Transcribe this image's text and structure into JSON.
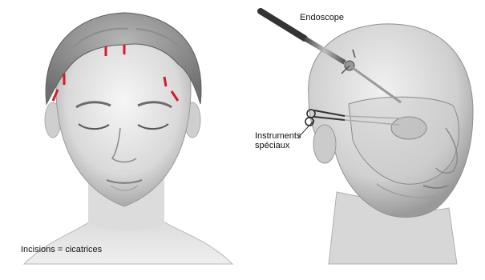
{
  "left_panel": {
    "caption": "Incisions = cicatrices",
    "incision_color": "#d51a2a"
  },
  "right_panel": {
    "endoscope_label": "Endoscope",
    "instruments_label_line1": "Instruments",
    "instruments_label_line2": "spéciaux"
  }
}
